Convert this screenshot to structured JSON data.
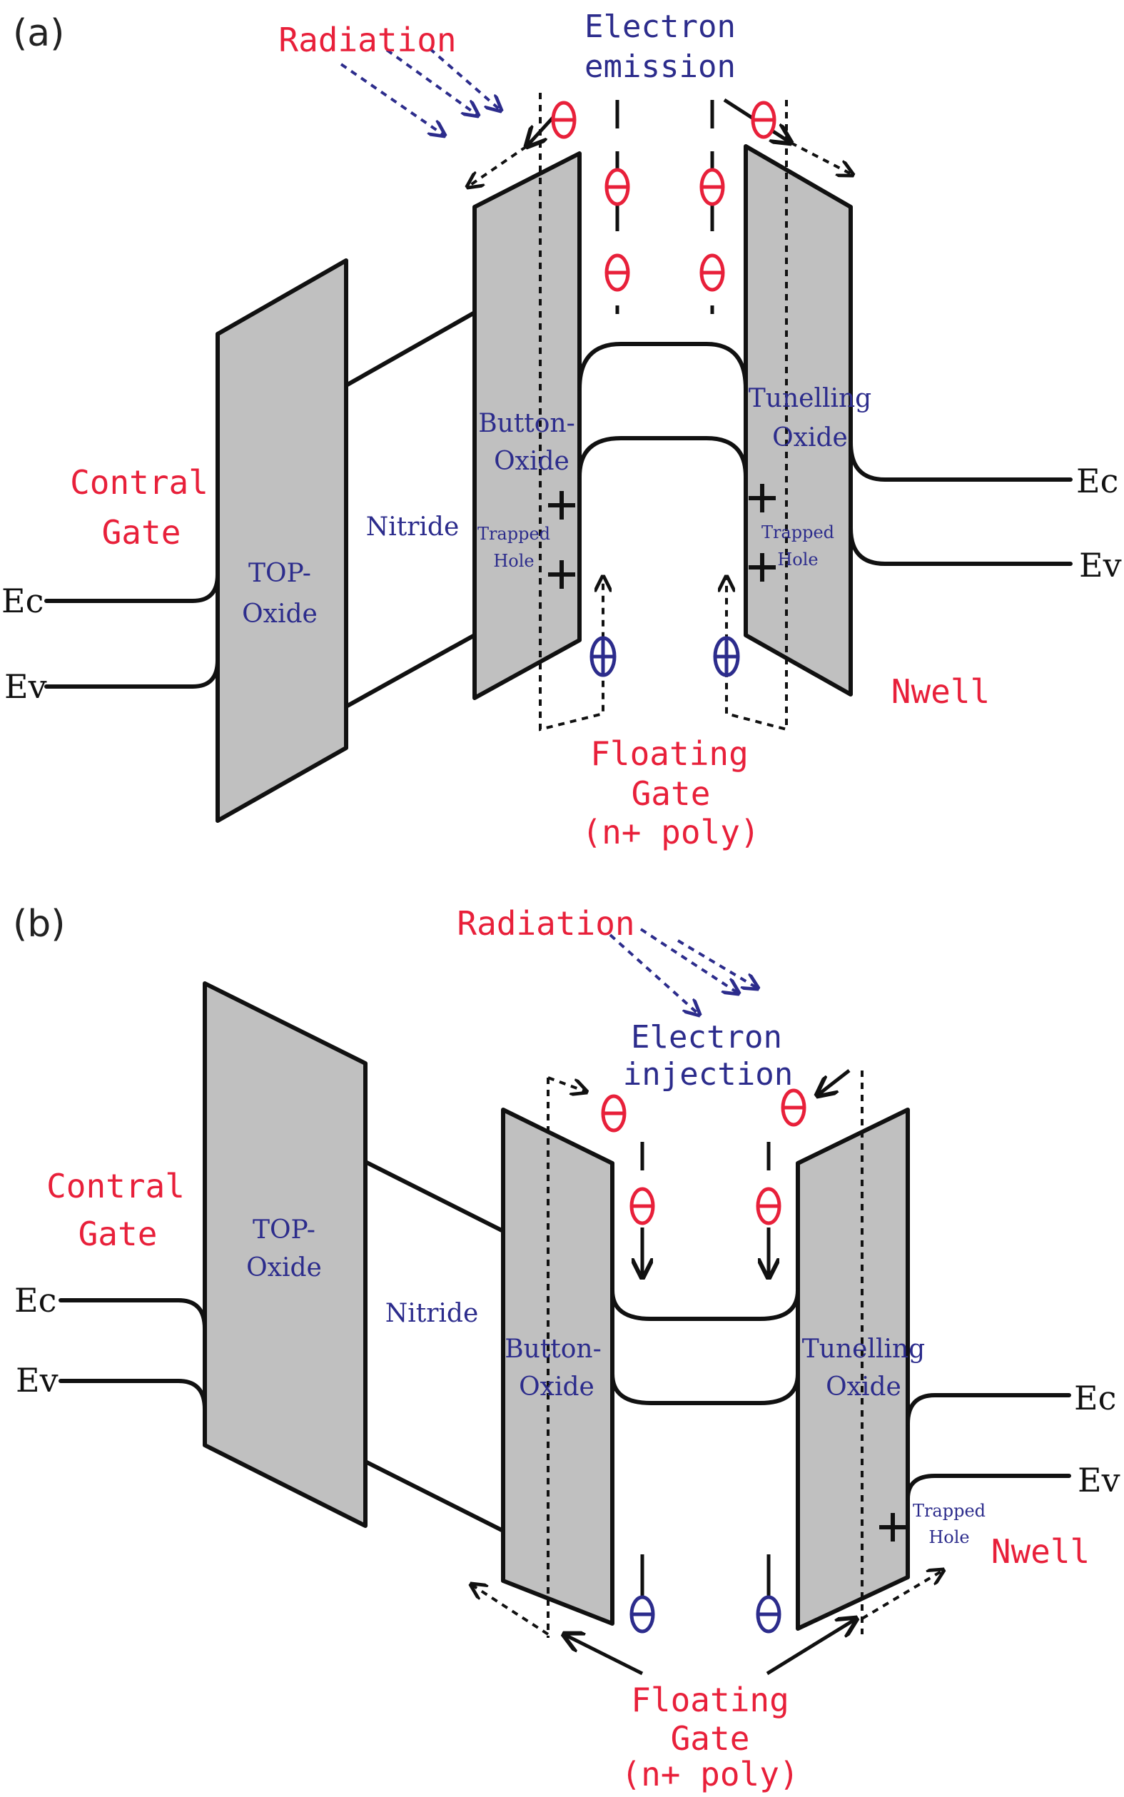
{
  "panel_a": {
    "letter": "(a)",
    "radiation": "Radiation",
    "electron_emission_line1": "Electron",
    "electron_emission_line2": "emission",
    "control_gate_line1": "Contral",
    "control_gate_line2": "Gate",
    "ec_left": "Ec",
    "ev_left": "Ev",
    "top_oxide_line1": "TOP-",
    "top_oxide_line2": "Oxide",
    "nitride": "Nitride",
    "button_oxide_line1": "Button-",
    "button_oxide_line2": "Oxide",
    "tunnelling_oxide_line1": "Tunelling",
    "tunnelling_oxide_line2": "Oxide",
    "trapped_hole_left_line1": "Trapped",
    "trapped_hole_left_line2": "Hole",
    "trapped_hole_right_line1": "Trapped",
    "trapped_hole_right_line2": "Hole",
    "ec_right": "Ec",
    "ev_right": "Ev",
    "nwell": "Nwell",
    "floating_gate_line1": "Floating",
    "floating_gate_line2": "Gate",
    "floating_gate_line3": "(n+ poly)"
  },
  "panel_b": {
    "letter": "(b)",
    "radiation": "Radiation",
    "electron_injection_line1": "Electron",
    "electron_injection_line2": "injection",
    "control_gate_line1": "Contral",
    "control_gate_line2": "Gate",
    "ec_left": "Ec",
    "ev_left": "Ev",
    "top_oxide_line1": "TOP-",
    "top_oxide_line2": "Oxide",
    "nitride": "Nitride",
    "button_oxide_line1": "Button-",
    "button_oxide_line2": "Oxide",
    "tunnelling_oxide_line1": "Tunelling",
    "tunnelling_oxide_line2": "Oxide",
    "trapped_hole_line1": "Trapped",
    "trapped_hole_line2": "Hole",
    "ec_right": "Ec",
    "ev_right": "Ev",
    "nwell": "Nwell",
    "floating_gate_line1": "Floating",
    "floating_gate_line2": "Gate",
    "floating_gate_line3": "(n+ poly)"
  },
  "colors": {
    "label_red": "#e8203a",
    "label_blue": "#2c2c8c",
    "oxide_fill": "#c0c0c0",
    "line": "#111111"
  }
}
